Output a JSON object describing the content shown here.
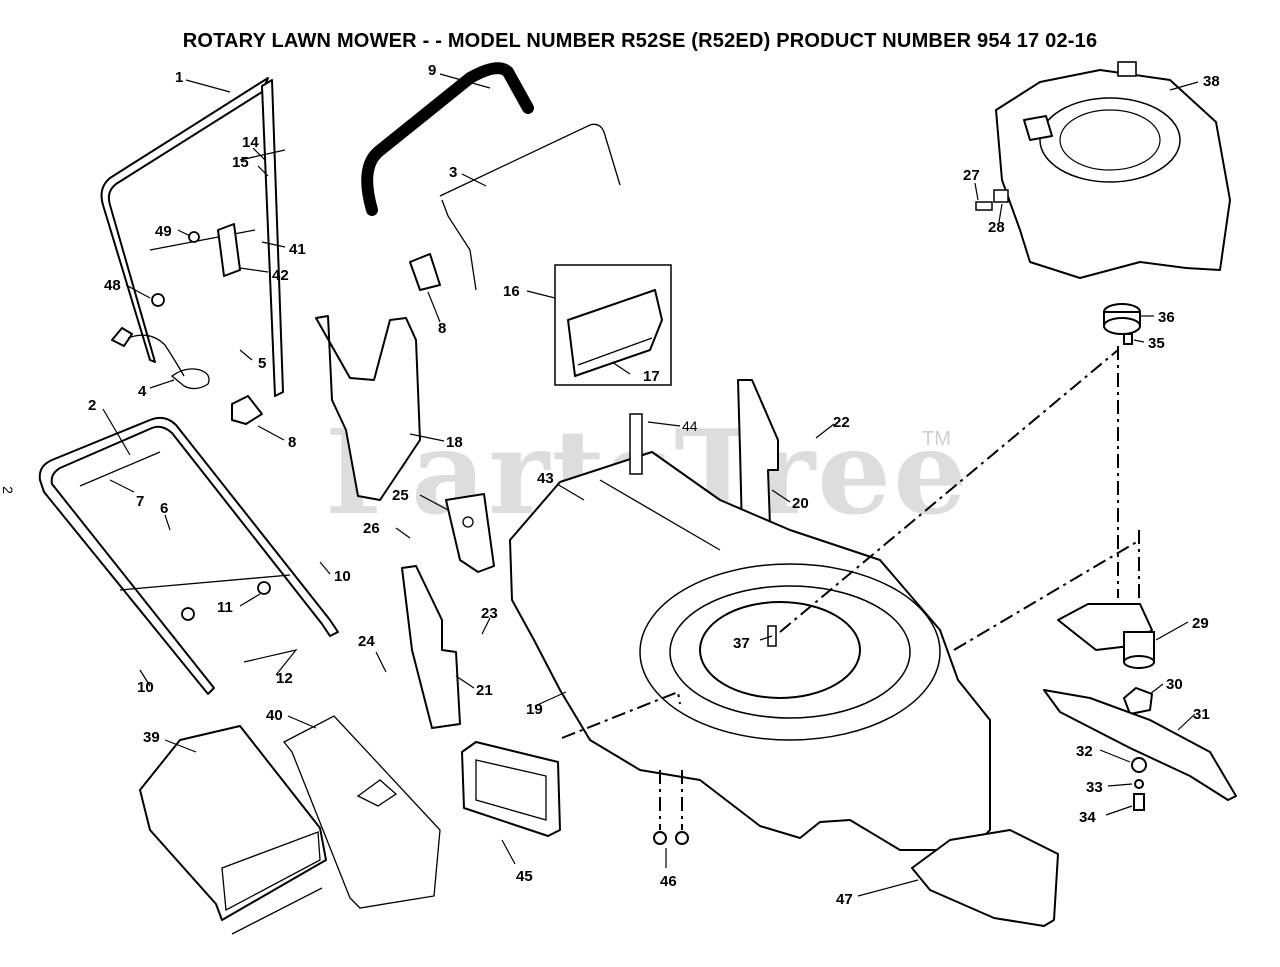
{
  "title": "ROTARY LAWN MOWER - - MODEL NUMBER R52SE (R52ED) PRODUCT NUMBER 954 17 02-16",
  "page_number": "2",
  "watermark": "PartsTree",
  "watermark_tm": "TM",
  "callouts": {
    "c1": "1",
    "c2": "2",
    "c3": "3",
    "c4": "4",
    "c5": "5",
    "c6": "6",
    "c7": "7",
    "c8a": "8",
    "c8b": "8",
    "c9": "9",
    "c10a": "10",
    "c10b": "10",
    "c11": "11",
    "c12": "12",
    "c14": "14",
    "c15": "15",
    "c16": "16",
    "c17": "17",
    "c18": "18",
    "c19": "19",
    "c20": "20",
    "c21": "21",
    "c22": "22",
    "c23": "23",
    "c24": "24",
    "c25": "25",
    "c26": "26",
    "c27": "27",
    "c28": "28",
    "c29": "29",
    "c30": "30",
    "c31": "31",
    "c32": "32",
    "c33": "33",
    "c34": "34",
    "c35": "35",
    "c36": "36",
    "c37": "37",
    "c38": "38",
    "c39": "39",
    "c40": "40",
    "c41": "41",
    "c42": "42",
    "c43": "43",
    "c44": "44",
    "c45": "45",
    "c46": "46",
    "c47": "47",
    "c48": "48",
    "c49": "49"
  }
}
